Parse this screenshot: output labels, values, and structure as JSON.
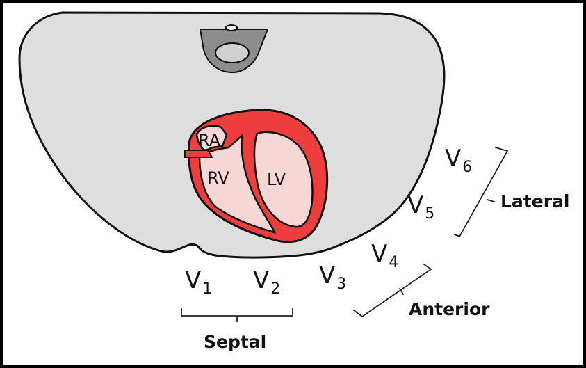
{
  "diagram": {
    "colors": {
      "background": "#ffffff",
      "outer_border": "#000000",
      "thorax_fill": "#dedede",
      "thorax_outline": "#111111",
      "spine_fill": "#8c8c8c",
      "spine_inner": "#d0d0d0",
      "heart_muscle": "#ee3d3d",
      "heart_chamber": "#f7d6d6",
      "heart_outline": "#111111",
      "text": "#111111"
    },
    "chambers": [
      {
        "id": "ra",
        "label": "RA"
      },
      {
        "id": "rv",
        "label": "RV"
      },
      {
        "id": "lv",
        "label": "LV"
      }
    ],
    "leads": [
      {
        "id": "v1",
        "main": "V",
        "sub": "1"
      },
      {
        "id": "v2",
        "main": "V",
        "sub": "2"
      },
      {
        "id": "v3",
        "main": "V",
        "sub": "3"
      },
      {
        "id": "v4",
        "main": "V",
        "sub": "4"
      },
      {
        "id": "v5",
        "main": "V",
        "sub": "5"
      },
      {
        "id": "v6",
        "main": "V",
        "sub": "6"
      }
    ],
    "groups": [
      {
        "id": "septal",
        "label": "Septal"
      },
      {
        "id": "anterior",
        "label": "Anterior"
      },
      {
        "id": "lateral",
        "label": "Lateral"
      }
    ]
  }
}
